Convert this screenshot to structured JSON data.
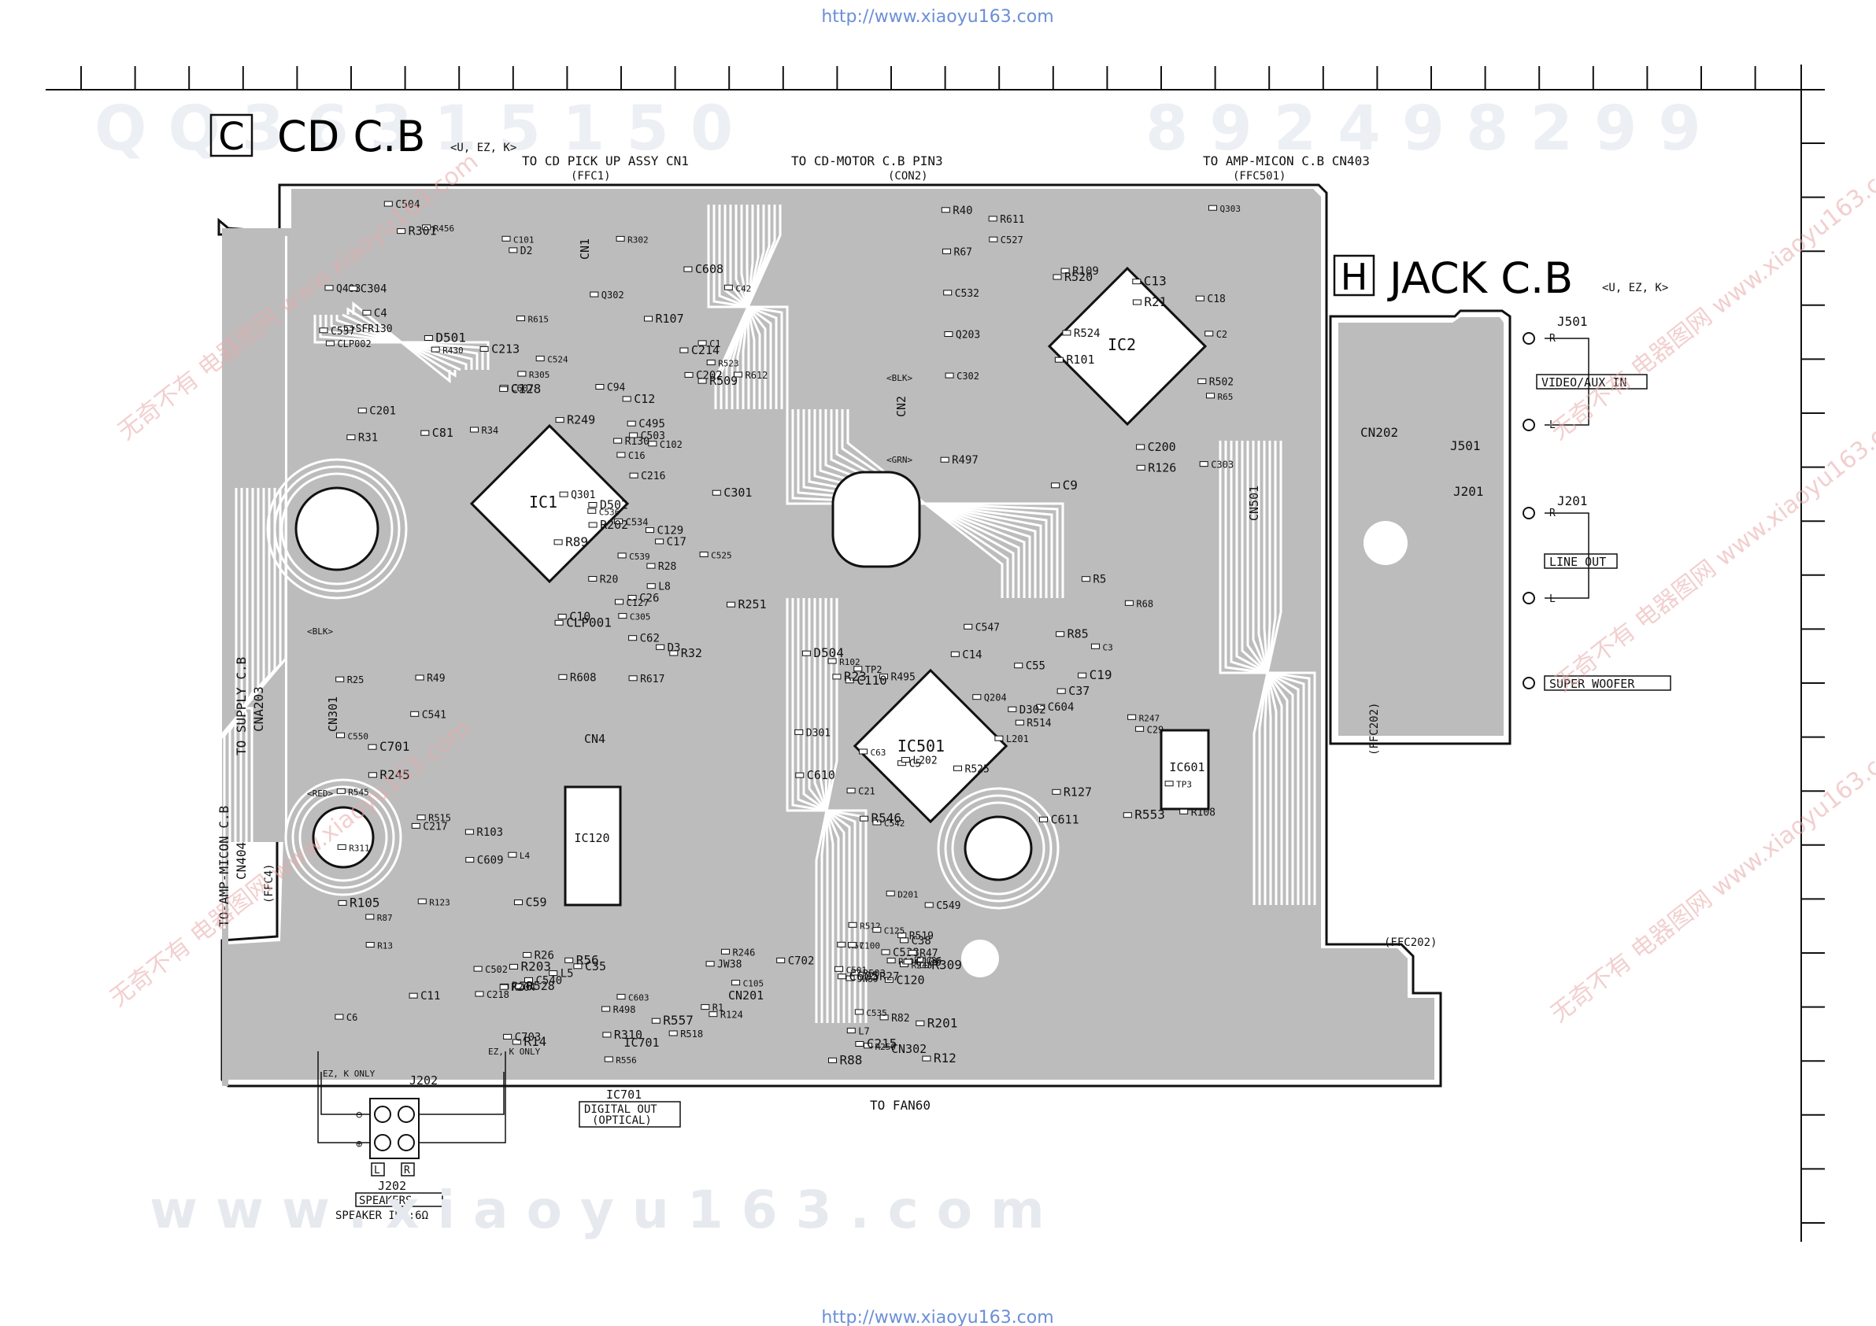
{
  "watermark": {
    "url_top": "http://www.xiaoyu163.com",
    "url_bottom": "http://www.xiaoyu163.com",
    "bottom_band": "w w w . x i a o y u 1 6 3 . c o m",
    "ghost_left": "Q Q 3 6 3 1 5 1 5 0",
    "ghost_right": "8 9 2 4 9 8 2 9 9",
    "seal_text": "无奇不有 电器图网 www.xiaoyu163.com"
  },
  "boards": {
    "cd": {
      "letter": "C",
      "title": "CD C.B",
      "variant": "<U, EZ, K>"
    },
    "jack": {
      "letter": "H",
      "title": "JACK C.B",
      "variant": "<U, EZ, K>"
    }
  },
  "connections": {
    "pickup": "TO CD PICK UP ASSY CN1",
    "pickup_sub": "(FFC1)",
    "motor": "TO CD-MOTOR C.B PIN3",
    "motor_sub": "(CON2)",
    "amp_top": "TO AMP-MICON C.B CN403",
    "amp_top_sub": "(FFC501)",
    "supply": "TO SUPPLY C.B",
    "supply_sub": "CNA203",
    "amp_left": "TO-AMP-MICON C.B",
    "amp_left_sub": "CN404",
    "amp_left_ffc": "(FFC4)",
    "fan": "TO FAN60",
    "ffc202_a": "(FFC202)",
    "ffc202_b": "(FFC202)"
  },
  "components": {
    "ics": [
      "IC1",
      "IC2",
      "IC501",
      "IC120",
      "IC601",
      "IC701"
    ],
    "connectors": [
      "CN1",
      "CN2",
      "CN4",
      "CN201",
      "CN202",
      "CN301",
      "CN302",
      "CN501",
      "J202",
      "J501",
      "J201"
    ],
    "labels": [
      "R430",
      "C495",
      "R497",
      "R85",
      "R495",
      "R87",
      "R498",
      "R88",
      "R89",
      "C4",
      "C1",
      "C2",
      "C3",
      "C5",
      "C6",
      "R1",
      "C120",
      "C16",
      "R456",
      "C17",
      "C18",
      "C19",
      "C21",
      "R13",
      "R14",
      "R12",
      "C26",
      "Q403",
      "C12",
      "C13",
      "C14",
      "C110",
      "C11",
      "C35",
      "C36",
      "C10",
      "R34",
      "C42",
      "R40",
      "TP3",
      "TP2",
      "R49",
      "R50",
      "R57",
      "R130",
      "SFR130",
      "R20",
      "R21",
      "C29",
      "R23",
      "R25",
      "R26",
      "R27",
      "R28",
      "R31",
      "R32",
      "C9",
      "C37",
      "C38",
      "C59",
      "R56",
      "R82",
      "C62",
      "C81",
      "C94",
      "R65",
      "R68",
      "C63",
      "L4",
      "L5",
      "L7",
      "L8",
      "D2",
      "D3",
      "R67",
      "C55",
      "R102",
      "R103",
      "JW38",
      "JW39",
      "CLP001",
      "CLP002",
      "R107",
      "R109",
      "R108",
      "C549",
      "C550",
      "R557",
      "R503",
      "R608",
      "C607",
      "C608",
      "R502",
      "C604",
      "C610",
      "C609",
      "C603",
      "C605",
      "R617",
      "R615",
      "R612",
      "R611",
      "C611",
      "C542",
      "C541",
      "C540",
      "C538",
      "C539",
      "C537",
      "C536",
      "C532",
      "R553",
      "D504",
      "R528",
      "R556",
      "C535",
      "C534",
      "C524",
      "C525",
      "C527",
      "C547",
      "R546",
      "R545",
      "C502",
      "C501",
      "D502",
      "D501",
      "R509",
      "R520",
      "R514",
      "R512",
      "R515",
      "R518",
      "R519",
      "C503",
      "C504",
      "R523",
      "R524",
      "R525",
      "D201",
      "R203",
      "R204",
      "R201",
      "R202",
      "C201",
      "C202",
      "Q203",
      "Q204",
      "C702",
      "C701",
      "C703",
      "R250",
      "R249",
      "R305",
      "Q302",
      "Q303",
      "D302",
      "D301",
      "R311",
      "R310",
      "R309",
      "C305",
      "C304",
      "C301",
      "C303",
      "L201",
      "L202",
      "R245",
      "R246",
      "C215",
      "C216",
      "C213",
      "C214",
      "C200",
      "R247",
      "R248",
      "C217",
      "C218",
      "C100",
      "Q301",
      "R301",
      "R302",
      "C302",
      "R5",
      "R47",
      "R123",
      "R124",
      "C125",
      "C127",
      "C128",
      "C129",
      "R126",
      "R127",
      "R104",
      "R105",
      "C105",
      "C106",
      "C102",
      "C101",
      "R251",
      "R101"
    ]
  },
  "jack_labels": {
    "j501": "J501",
    "j501_inner": "J501",
    "j201": "J201",
    "j201_inner": "J201",
    "cn202": "CN202",
    "video_aux_in": "VIDEO/AUX IN",
    "line_out": "LINE OUT",
    "super_woofer": "SUPER WOOFER",
    "r": "R",
    "l": "L"
  },
  "speaker": {
    "jack": "J202",
    "label": "SPEAKERS",
    "imp": "SPEAKER IMP:6Ω",
    "minus": "⊖",
    "plus": "⊕",
    "l": "L",
    "r": "R",
    "ez_k_only_1": "EZ, K ONLY",
    "ez_k_only_2": "EZ, K ONLY"
  },
  "digital_out": {
    "ic": "IC701",
    "line1": "DIGITAL OUT",
    "line2": "(OPTICAL)"
  },
  "connector_colors": {
    "blk": "<BLK>",
    "red": "<RED>",
    "grn": "<GRN>"
  },
  "colors": {
    "pcb_fill": "#bcbcbc",
    "pcb_trace": "#ffffff",
    "ink": "#111111",
    "watermark_blue": "#6b8fd6"
  }
}
